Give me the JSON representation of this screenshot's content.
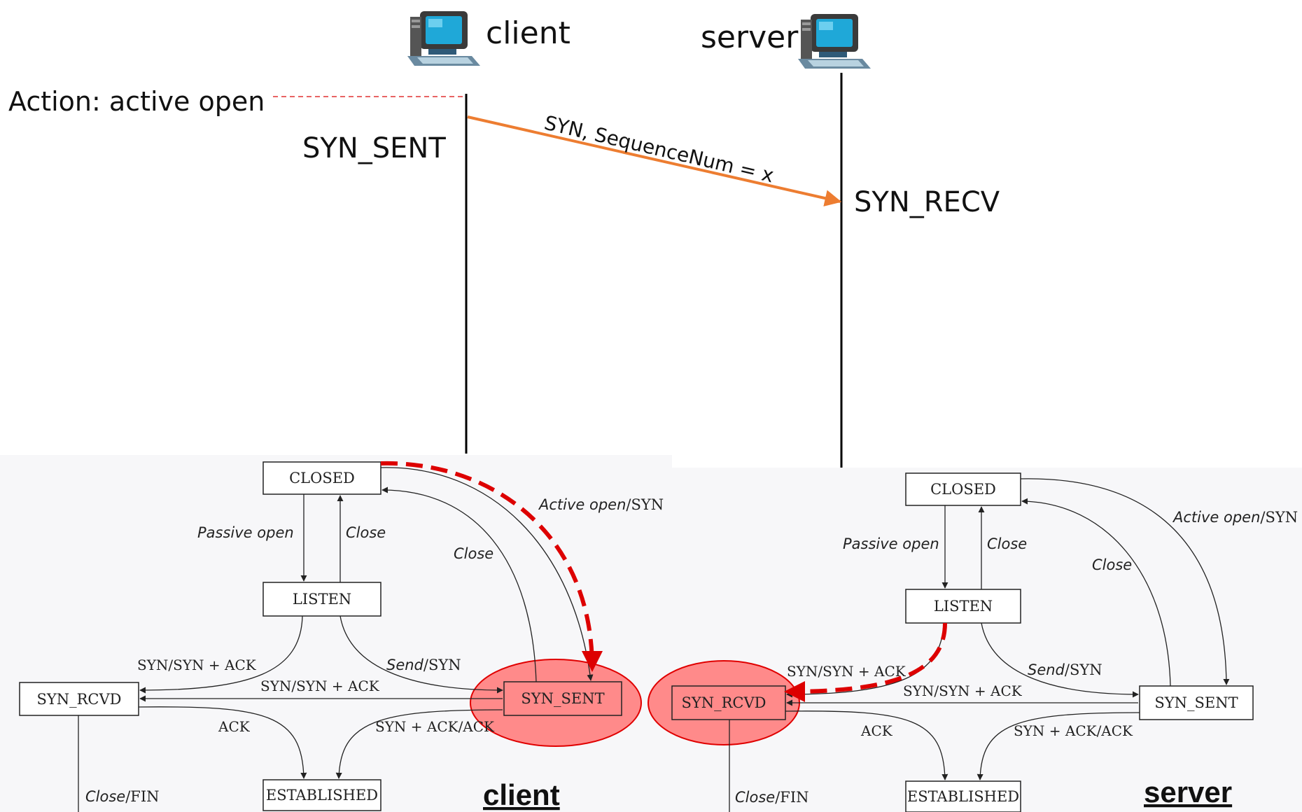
{
  "colors": {
    "message_arrow": "#ed7d31",
    "highlight_fill": "#ff8a8a",
    "highlight_stroke": "#e00000",
    "trace_arrow": "#dd0000",
    "fsm_background": "#f7f7f9"
  },
  "icons": {
    "host": "desktop-computer-icon"
  },
  "sequence": {
    "client_label": "client",
    "server_label": "server",
    "action_label": "Action: active open",
    "client_state": "SYN_SENT",
    "server_state": "SYN_RECV",
    "message_label": "SYN, SequenceNum = x"
  },
  "fsm_client": {
    "states": {
      "closed": "CLOSED",
      "listen": "LISTEN",
      "syn_rcvd": "SYN_RCVD",
      "syn_sent": "SYN_SENT",
      "established": "ESTABLISHED"
    },
    "labels": {
      "active_open": [
        "Active open",
        "/SYN"
      ],
      "passive_open": "Passive open",
      "close_left": "Close",
      "close_right": "Close",
      "syn_syn_ack_top": "SYN/SYN + ACK",
      "send_syn": [
        "Send",
        "/SYN"
      ],
      "syn_syn_ack_mid": "SYN/SYN + ACK",
      "ack": "ACK",
      "syn_ack_ack": "SYN + ACK/ACK",
      "close_fin": [
        "Close",
        "/FIN"
      ]
    },
    "caption": "client"
  },
  "fsm_server": {
    "states": {
      "closed": "CLOSED",
      "listen": "LISTEN",
      "syn_rcvd": "SYN_RCVD",
      "syn_sent": "SYN_SENT",
      "established": "ESTABLISHED"
    },
    "labels": {
      "active_open": [
        "Active open",
        "/SYN"
      ],
      "passive_open": "Passive open",
      "close_left": "Close",
      "close_right": "Close",
      "syn_syn_ack_top": "SYN/SYN + ACK",
      "send_syn": [
        "Send",
        "/SYN"
      ],
      "syn_syn_ack_mid": "SYN/SYN + ACK",
      "ack": "ACK",
      "syn_ack_ack": "SYN + ACK/ACK",
      "close_fin": [
        "Close",
        "/FIN"
      ]
    },
    "caption": "server"
  }
}
